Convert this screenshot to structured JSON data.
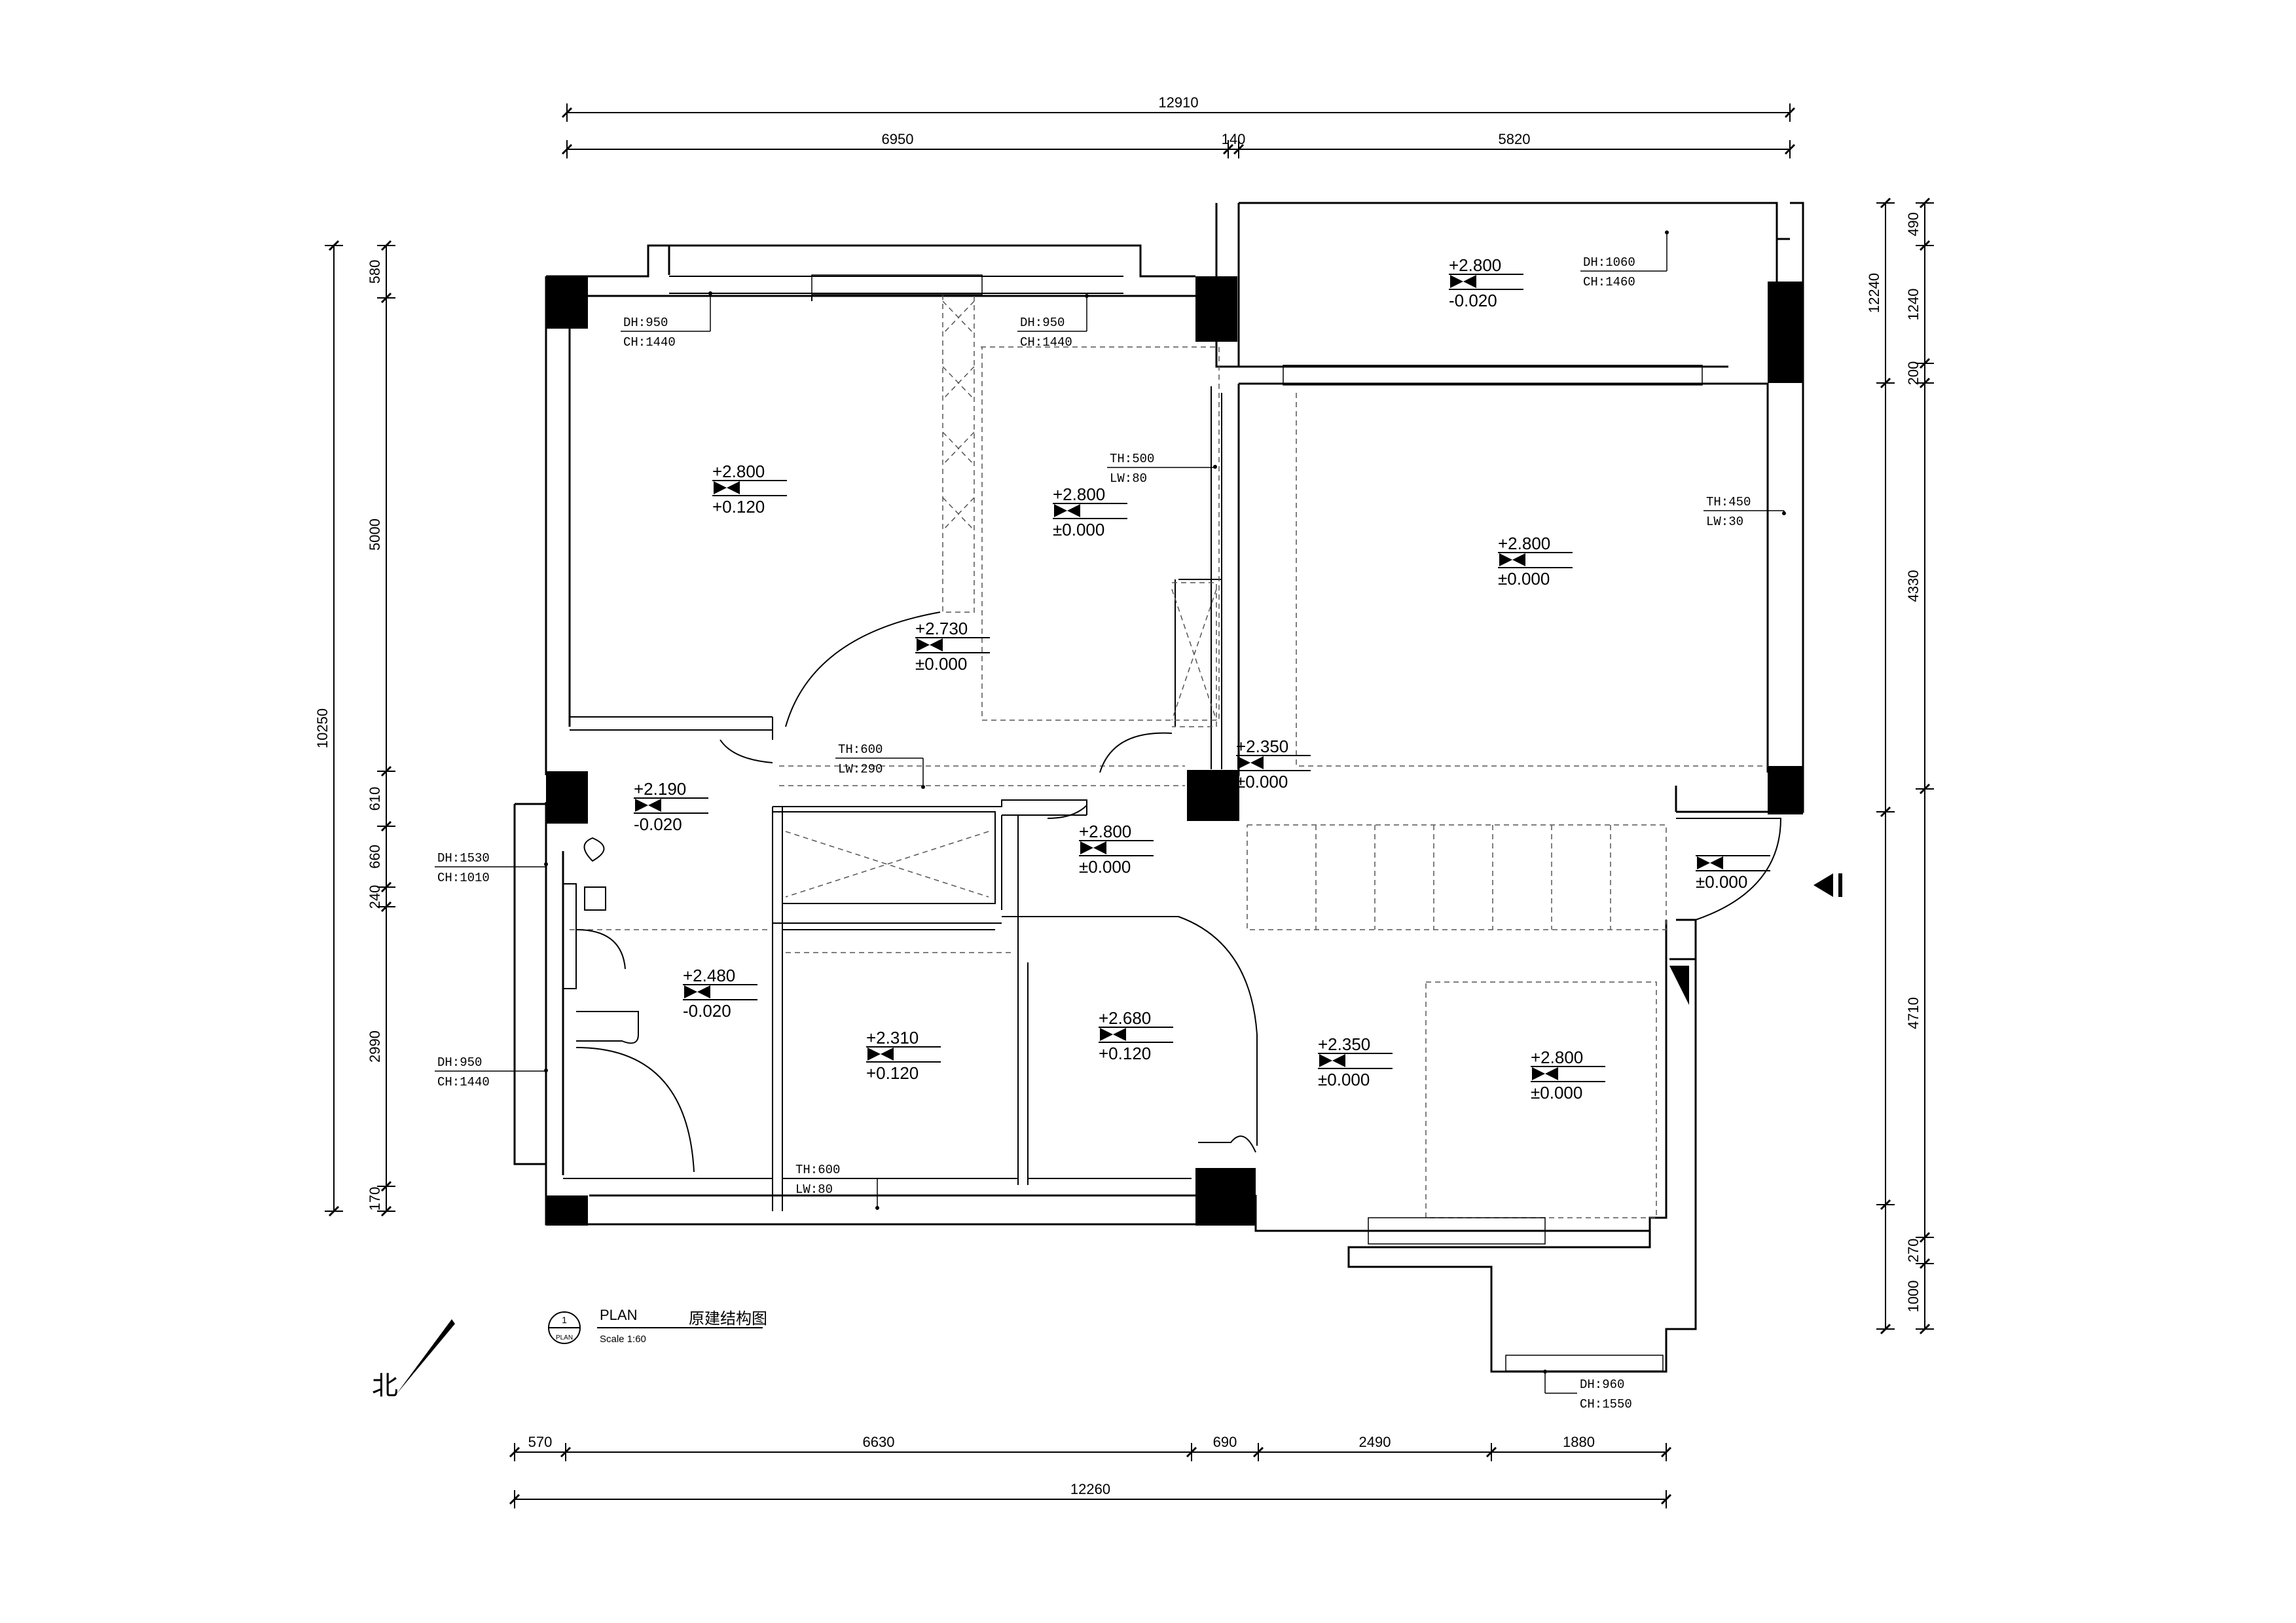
{
  "dimensions": {
    "top_total": "12910",
    "top_segments": [
      "6950",
      "140",
      "5820"
    ],
    "bottom_total": "12260",
    "bottom_segments": [
      "570",
      "6630",
      "690",
      "2490",
      "1880"
    ],
    "left_total": "10250",
    "left_segments": [
      "580",
      "5000",
      "610",
      "660",
      "240",
      "2990",
      "170"
    ],
    "right_total": "12240",
    "right_segments": [
      "490",
      "1240",
      "200",
      "4330",
      "4710",
      "270",
      "1000"
    ]
  },
  "levels": [
    {
      "top": "+2.800",
      "bottom": "+0.120"
    },
    {
      "top": "+2.800",
      "bottom": "±0.000"
    },
    {
      "top": "+2.730",
      "bottom": "±0.000"
    },
    {
      "top": "+2.800",
      "bottom": "-0.020"
    },
    {
      "top": "+2.800",
      "bottom": "±0.000"
    },
    {
      "top": "+2.350",
      "bottom": "±0.000"
    },
    {
      "top": "+2.190",
      "bottom": "-0.020"
    },
    {
      "top": "+2.800",
      "bottom": "±0.000"
    },
    {
      "top": "+2.480",
      "bottom": "-0.020"
    },
    {
      "top": "+2.310",
      "bottom": "+0.120"
    },
    {
      "top": "+2.680",
      "bottom": "+0.120"
    },
    {
      "top": "+2.350",
      "bottom": "±0.000"
    },
    {
      "top": "+2.800",
      "bottom": "±0.000"
    },
    {
      "top": "",
      "bottom": "±0.000"
    }
  ],
  "notes": [
    {
      "lines": [
        "DH:950",
        "CH:1440"
      ]
    },
    {
      "lines": [
        "DH:950",
        "CH:1440"
      ]
    },
    {
      "lines": [
        "DH:1060",
        "CH:1460"
      ]
    },
    {
      "lines": [
        "TH:500",
        "LW:80"
      ]
    },
    {
      "lines": [
        "TH:450",
        "LW:30"
      ]
    },
    {
      "lines": [
        "TH:600",
        "LW:290"
      ]
    },
    {
      "lines": [
        "DH:1530",
        "CH:1010"
      ]
    },
    {
      "lines": [
        "DH:950",
        "CH:1440"
      ]
    },
    {
      "lines": [
        "TH:600",
        "LW:80"
      ]
    },
    {
      "lines": [
        "DH:960",
        "CH:1550"
      ]
    }
  ],
  "title_block": {
    "circle_top": "1",
    "circle_bottom": "PLAN",
    "title": "PLAN",
    "subtitle": "原建结构图",
    "scale": "Scale 1:60"
  },
  "north_label": "北"
}
